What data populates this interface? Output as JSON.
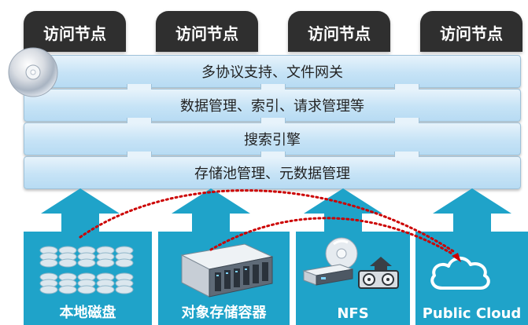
{
  "nodes": [
    {
      "label": "访问节点"
    },
    {
      "label": "访问节点"
    },
    {
      "label": "访问节点"
    },
    {
      "label": "访问节点"
    }
  ],
  "layers": [
    {
      "label": "多协议支持、文件网关"
    },
    {
      "label": "数据管理、索引、请求管理等"
    },
    {
      "label": "搜索引擎"
    },
    {
      "label": "存储池管理、元数据管理"
    }
  ],
  "storage": [
    {
      "label": "本地磁盘",
      "icon": "disk-stack-icon"
    },
    {
      "label": "对象存储容器",
      "icon": "server-icon"
    },
    {
      "label": "NFS",
      "icon": "nfs-icon"
    },
    {
      "label": "Public Cloud",
      "icon": "cloud-icon"
    }
  ],
  "colors": {
    "node": "#2f2f2f",
    "layer": "#c6e3f6",
    "storage": "#1fa3c9",
    "arrow": "#1fa3c9",
    "dotted_path": "#cc0000"
  }
}
